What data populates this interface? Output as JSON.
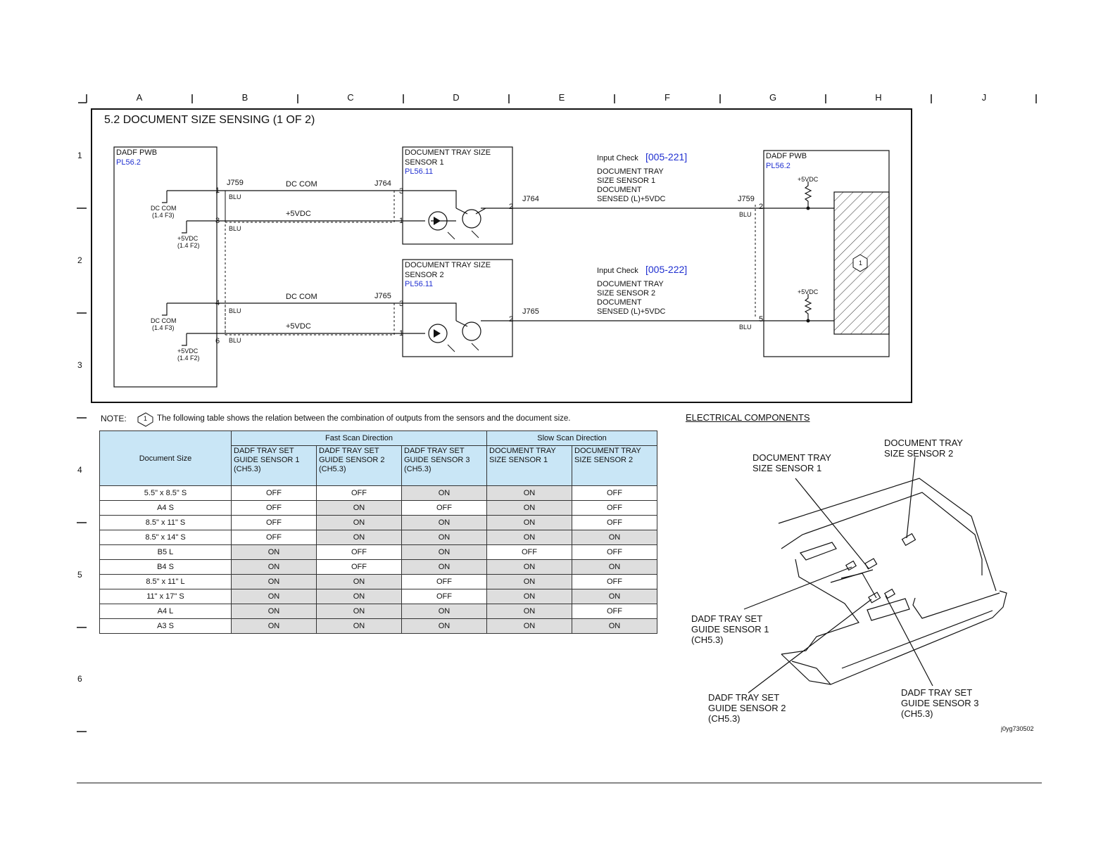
{
  "grid": {
    "columns": [
      "A",
      "B",
      "C",
      "D",
      "E",
      "F",
      "G",
      "H",
      "J"
    ],
    "rows": [
      "1",
      "2",
      "3",
      "4",
      "5",
      "6"
    ]
  },
  "diagram": {
    "title": "5.2 DOCUMENT SIZE SENSING (1 OF 2)",
    "left_pwb": {
      "name": "DADF PWB",
      "ref": "PL56.2"
    },
    "right_pwb": {
      "name": "DADF PWB",
      "ref": "PL56.2"
    },
    "sensor1": {
      "name_line1": "DOCUMENT TRAY SIZE",
      "name_line2": "SENSOR 1",
      "ref": "PL56.11"
    },
    "sensor2": {
      "name_line1": "DOCUMENT TRAY SIZE",
      "name_line2": "SENSOR 2",
      "ref": "PL56.11"
    },
    "connectors": {
      "j759": "J759",
      "j764": "J764",
      "j765": "J765"
    },
    "wire_labels": {
      "dc_com": "DC COM",
      "plus5": "+5VDC",
      "blu": "BLU"
    },
    "left_pwb_labels": {
      "dc_com": "DC COM",
      "dc_com_ref": "(1.4 F3)",
      "plus5": "+5VDC",
      "plus5_ref": "(1.4 F2)"
    },
    "pins": {
      "p1": "1",
      "p2": "2",
      "p3": "3",
      "p4": "4",
      "p5": "5",
      "p6": "6"
    },
    "input_check1": {
      "prefix": "Input Check",
      "code": "[005-221]",
      "lines": [
        "DOCUMENT TRAY",
        "SIZE SENSOR 1",
        "DOCUMENT",
        "SENSED (L)+5VDC"
      ]
    },
    "input_check2": {
      "prefix": "Input Check",
      "code": "[005-222]",
      "lines": [
        "DOCUMENT TRAY",
        "SIZE SENSOR 2",
        "DOCUMENT",
        "SENSED (L)+5VDC"
      ]
    },
    "note_marker": "1"
  },
  "note": {
    "label": "NOTE:",
    "marker": "1",
    "text": "The following table shows the relation between the combination of outputs from the sensors and the document size."
  },
  "table": {
    "size_header": "Document Size",
    "group_fast": "Fast Scan Direction",
    "group_slow": "Slow Scan Direction",
    "columns": [
      [
        "DADF TRAY SET",
        "GUIDE SENSOR 1",
        "(CH5.3)"
      ],
      [
        "DADF TRAY SET",
        "GUIDE SENSOR 2",
        "(CH5.3)"
      ],
      [
        "DADF TRAY SET",
        "GUIDE SENSOR 3",
        "(CH5.3)"
      ],
      [
        "DOCUMENT TRAY",
        "SIZE SENSOR 1",
        ""
      ],
      [
        "DOCUMENT TRAY",
        "SIZE SENSOR 2",
        ""
      ]
    ],
    "rows": [
      {
        "size": "5.5\" x 8.5\" S",
        "values": [
          "OFF",
          "OFF",
          "ON",
          "ON",
          "OFF"
        ]
      },
      {
        "size": "A4 S",
        "values": [
          "OFF",
          "ON",
          "OFF",
          "ON",
          "OFF"
        ]
      },
      {
        "size": "8.5\" x 11\" S",
        "values": [
          "OFF",
          "ON",
          "ON",
          "ON",
          "OFF"
        ]
      },
      {
        "size": "8.5\" x 14\" S",
        "values": [
          "OFF",
          "ON",
          "ON",
          "ON",
          "ON"
        ]
      },
      {
        "size": "B5 L",
        "values": [
          "ON",
          "OFF",
          "ON",
          "OFF",
          "OFF"
        ]
      },
      {
        "size": "B4 S",
        "values": [
          "ON",
          "OFF",
          "ON",
          "ON",
          "ON"
        ]
      },
      {
        "size": "8.5\" x 11\" L",
        "values": [
          "ON",
          "ON",
          "OFF",
          "ON",
          "OFF"
        ]
      },
      {
        "size": "11\" x 17\" S",
        "values": [
          "ON",
          "ON",
          "OFF",
          "ON",
          "ON"
        ]
      },
      {
        "size": "A4 L",
        "values": [
          "ON",
          "ON",
          "ON",
          "ON",
          "OFF"
        ]
      },
      {
        "size": "A3 S",
        "values": [
          "ON",
          "ON",
          "ON",
          "ON",
          "ON"
        ]
      }
    ]
  },
  "components": {
    "heading": "ELECTRICAL COMPONENTS",
    "labels": {
      "size_sensor_2": [
        "DOCUMENT TRAY",
        "SIZE SENSOR 2"
      ],
      "size_sensor_1": [
        "DOCUMENT TRAY",
        "SIZE SENSOR 1"
      ],
      "guide_sensor_1": [
        "DADF TRAY SET",
        "GUIDE SENSOR 1",
        "(CH5.3)"
      ],
      "guide_sensor_2": [
        "DADF TRAY SET",
        "GUIDE SENSOR 2",
        "(CH5.3)"
      ],
      "guide_sensor_3": [
        "DADF TRAY SET",
        "GUIDE SENSOR 3",
        "(CH5.3)"
      ]
    },
    "figure_id": "j0yg730502"
  },
  "colors": {
    "ref_blue": "#1f2fd0",
    "table_header": "#c9e6f6",
    "on_cell": "#dedede"
  }
}
